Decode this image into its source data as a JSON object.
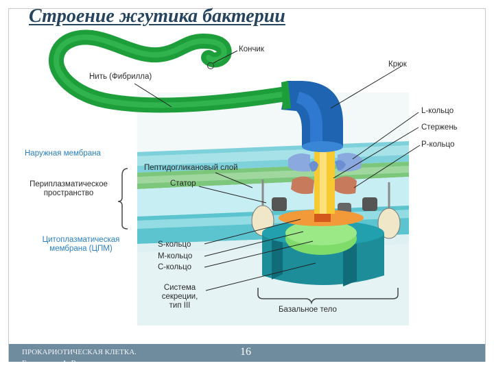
{
  "slide": {
    "title": "Строение жгутика бактерии",
    "footer_line1": "ПРОКАРИОТИЧЕСКАЯ КЛЕТКА.",
    "footer_line2": "Гарипулина А. В.",
    "page_number": "16"
  },
  "labels": {
    "tip": "Кончик",
    "filament": "Нить (Фибрилла)",
    "hook": "Крюк",
    "l_ring": "L-кольцо",
    "rod": "Стержень",
    "p_ring": "P-кольцо",
    "outer_membrane": "Наружная мембрана",
    "peptidoglycan": "Пептидогликановый слой",
    "periplasmic_1": "Периплазматическое",
    "periplasmic_2": "пространство",
    "stator": "Статор",
    "cpm_1": "Цитоплазматическая",
    "cpm_2": "мембрана (ЦПМ)",
    "s_ring": "S-кольцо",
    "m_ring": "M-кольцо",
    "c_ring": "C-кольцо",
    "secretion_1": "Система",
    "secretion_2": "секреции,",
    "secretion_3": "тип III",
    "basal_body": "Базальное тело"
  },
  "colors": {
    "filament": "#1e9e3a",
    "hook": "#1f64b0",
    "membrane_blue": "#2a7fc0",
    "footer": "#6f8b9e"
  }
}
